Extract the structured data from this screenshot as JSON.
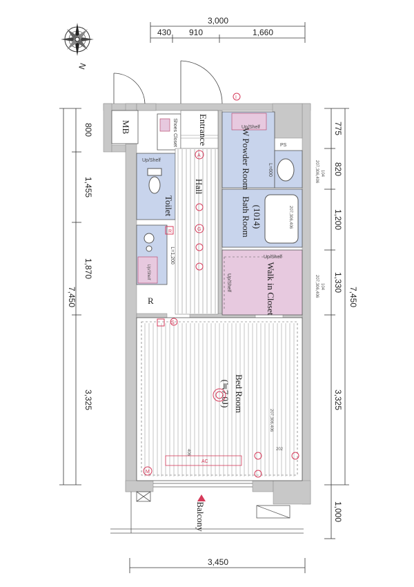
{
  "dimensions": {
    "top_total": "3,000",
    "top_segments": [
      "430",
      "910",
      "1,660"
    ],
    "bottom_total": "3,450",
    "left_segments": [
      "800",
      "1,455",
      "1,870",
      "3,325"
    ],
    "left_total": "7,450",
    "right_segments": [
      "775",
      "820",
      "1,200",
      "1,330",
      "3,325",
      "1,000"
    ],
    "right_total": "7,450"
  },
  "rooms": {
    "mb": "MB",
    "shoes_closet": "Shoes Closet",
    "entrance": "Entrance",
    "hall": "Hall",
    "toilet": "Toilet",
    "powder_room": "W Powder Room",
    "bath_room": "Bath Room",
    "bath_size": "(1014)",
    "walk_in_closet": "Walk in Closet",
    "bed_room": "Bed Room",
    "bed_size": "(≒7.0J)",
    "balcony": "Balcony"
  },
  "labels": {
    "ps": "PS",
    "up_shelf": "Up/Shelf",
    "l_1200": "L=1,200",
    "l_600": "L=600",
    "r": "R",
    "m": "M",
    "ac": "AC",
    "i": "I",
    "s": "S",
    "g": "G",
    "a": "A",
    "dim_202": "202",
    "dim_406": "406",
    "dim_207": "207,306,406",
    "dim_104": "104"
  },
  "compass": {
    "north": "N"
  },
  "colors": {
    "wall": "#c8c8c8",
    "wet_area": "#c8d4ec",
    "closet": "#e7c9df",
    "marker": "#d63a5a",
    "floor_line": "#555555"
  }
}
